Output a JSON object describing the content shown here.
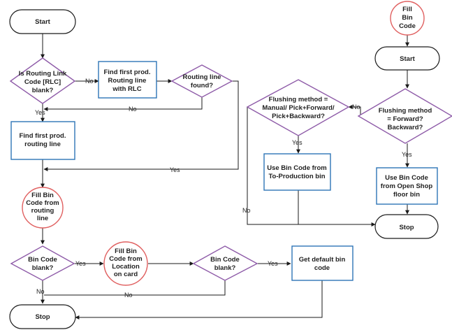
{
  "left_flow": {
    "start": "Start",
    "decision_rlc": [
      "Is Routing Link",
      "Code [RLC]",
      "blank?"
    ],
    "find_prod_rlc": [
      "Find first prod.",
      "Routing line",
      "with RLC"
    ],
    "decision_found": [
      "Routing line",
      "found?"
    ],
    "find_first_routing": [
      "Find first prod.",
      "routing line"
    ],
    "fill_from_routing": [
      "Fill Bin",
      "Code from",
      "routing",
      "line"
    ],
    "bin_blank_1": [
      "Bin Code",
      "blank?"
    ],
    "fill_from_location": [
      "Fill Bin",
      "Code from",
      "Location",
      "on card"
    ],
    "bin_blank_2": [
      "Bin Code",
      "blank?"
    ],
    "get_default": [
      "Get default bin",
      "code"
    ],
    "stop": "Stop"
  },
  "right_flow": {
    "fill_bin_code": [
      "Fill",
      "Bin",
      "Code"
    ],
    "start": "Start",
    "decision_forward": [
      "Flushing method",
      "= Forward?",
      "Backward?"
    ],
    "decision_manual": [
      "Flushing method =",
      "Manual/ Pick+Forward/",
      "Pick+Backward?"
    ],
    "use_to_production": [
      "Use Bin Code from",
      "To-Production bin"
    ],
    "use_open_shop": [
      "Use Bin Code",
      "from Open Shop",
      "floor bin"
    ],
    "stop": "Stop"
  },
  "edge_labels": {
    "yes": "Yes",
    "no": "No"
  }
}
